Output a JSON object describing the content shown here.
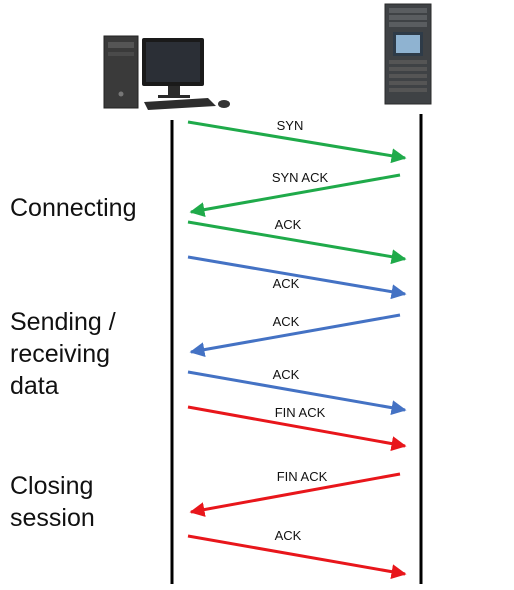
{
  "phases": [
    {
      "lines": [
        "Connecting"
      ]
    },
    {
      "lines": [
        "Sending /",
        "receiving",
        "data"
      ]
    },
    {
      "lines": [
        "Closing",
        "session"
      ]
    }
  ],
  "colors": {
    "connect": "#1faa4a",
    "data": "#4472c4",
    "close": "#e8161b",
    "lifeline": "#000000"
  },
  "icons": {
    "client": "desktop-computer-icon",
    "server": "server-rack-icon"
  },
  "messages": [
    {
      "label": "SYN",
      "direction": "to-server",
      "phase": "connect"
    },
    {
      "label": "SYN ACK",
      "direction": "to-client",
      "phase": "connect"
    },
    {
      "label": "ACK",
      "direction": "to-server",
      "phase": "connect"
    },
    {
      "label": "ACK",
      "direction": "to-server",
      "phase": "data"
    },
    {
      "label": "ACK",
      "direction": "to-client",
      "phase": "data"
    },
    {
      "label": "ACK",
      "direction": "to-server",
      "phase": "data"
    },
    {
      "label": "FIN ACK",
      "direction": "to-server",
      "phase": "close"
    },
    {
      "label": "FIN ACK",
      "direction": "to-client",
      "phase": "close"
    },
    {
      "label": "ACK",
      "direction": "to-server",
      "phase": "close"
    }
  ]
}
